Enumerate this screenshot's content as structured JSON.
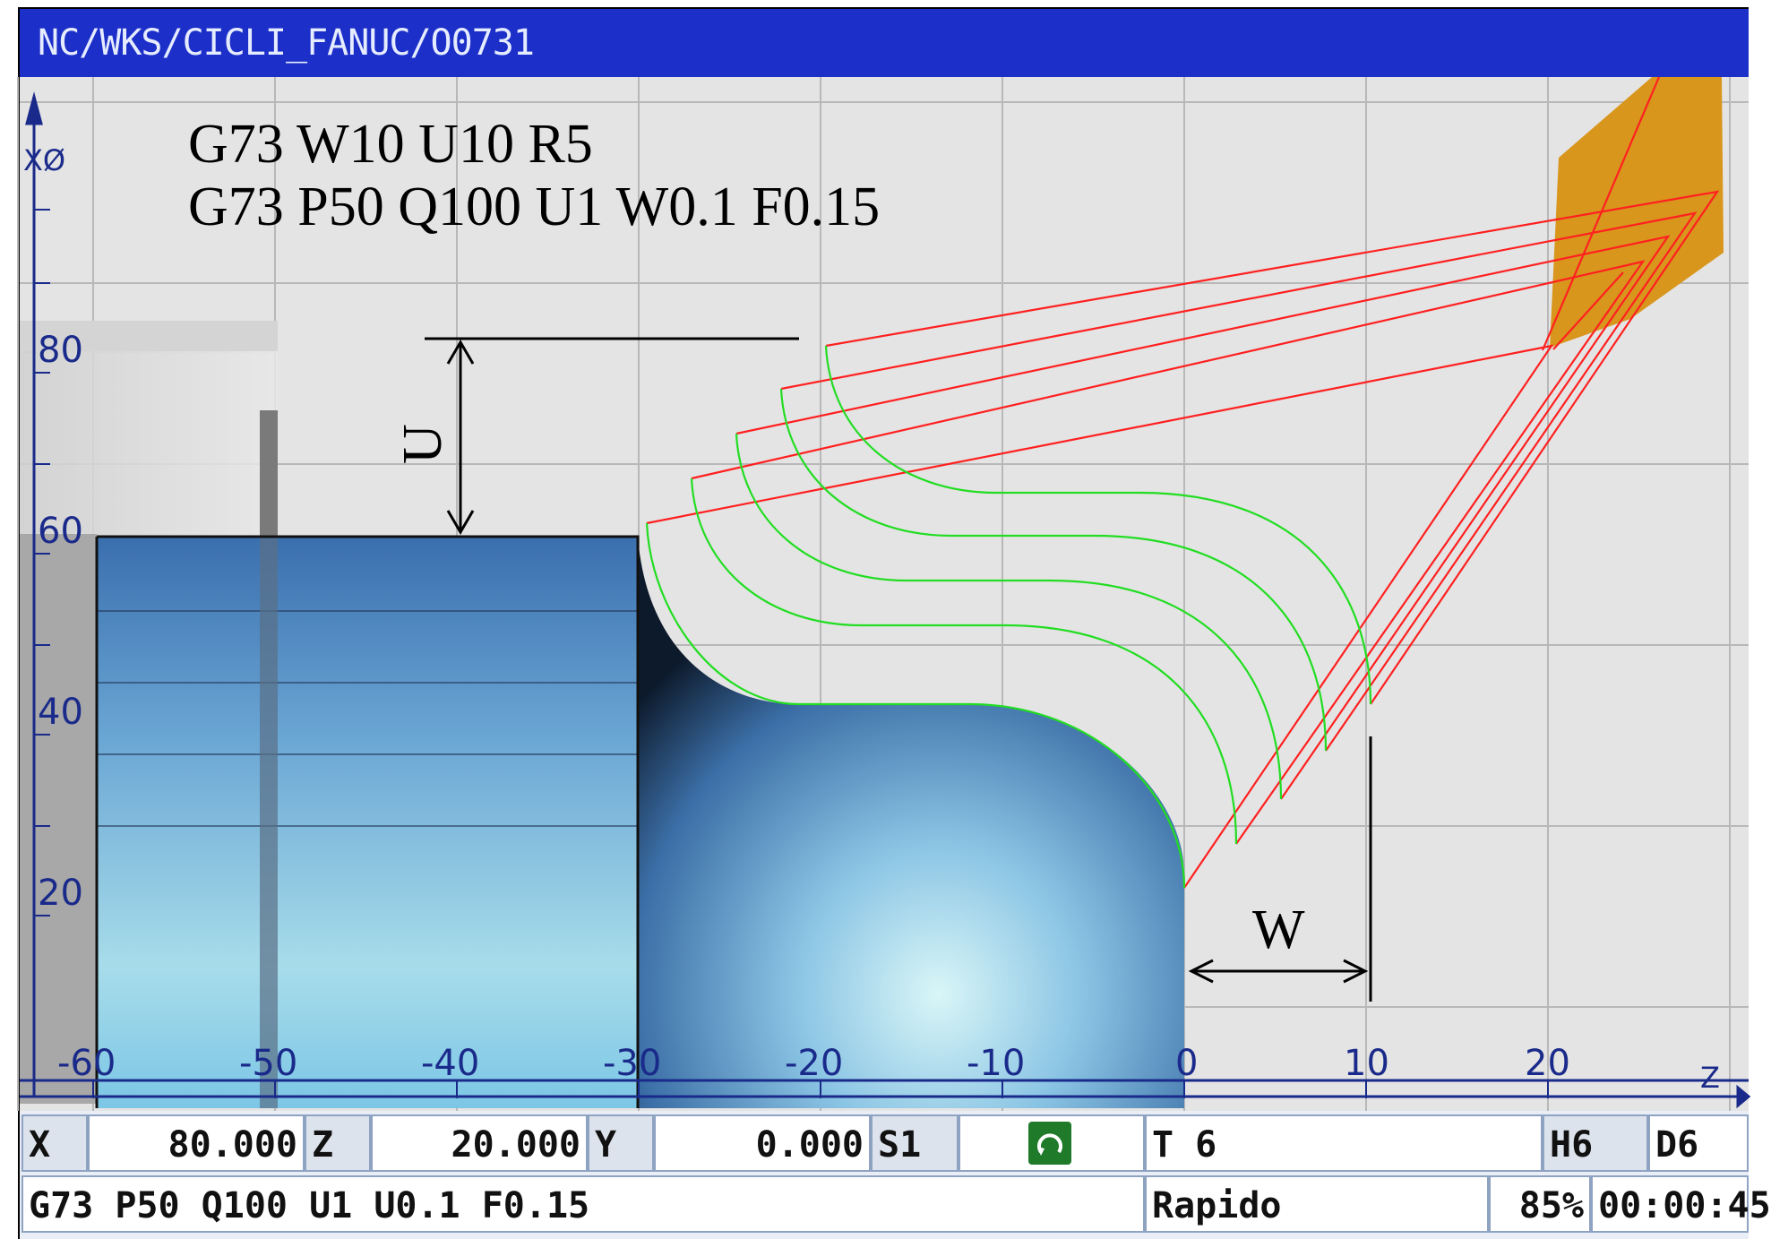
{
  "window": {
    "title": "NC/WKS/CICLI_FANUC/O0731"
  },
  "annotation": {
    "line1": "G73 W10 U10 R5",
    "line2": "G73 P50 Q100 U1 W0.1 F0.15",
    "u_label": "U",
    "w_label": "W"
  },
  "axes": {
    "x_axis_label": "XØ",
    "z_axis_label": "Z",
    "z_ticks": [
      "-60",
      "-50",
      "-40",
      "-30",
      "-20",
      "-10",
      "0",
      "10",
      "20"
    ],
    "x_ticks": [
      "80",
      "60",
      "40",
      "20"
    ]
  },
  "status": {
    "x_label": "X",
    "x_value": "80.000",
    "z_label": "Z",
    "z_value": "20.000",
    "y_label": "Y",
    "y_value": "0.000",
    "s_label": "S1",
    "tool": "T 6",
    "h": "H6",
    "d": "D6",
    "block": "G73 P50 Q100 U1 U0.1 F0.15",
    "mode": "Rapido",
    "override": "85%",
    "time": "00:00:45"
  },
  "icons": {
    "spindle": "spindle-rotation-icon"
  },
  "colors": {
    "titlebar": "#1c2fc8",
    "toolpath_rapid": "#ff2020",
    "toolpath_feed": "#22dd22",
    "tool_insert": "#d8961c",
    "workpiece": "#4a8fc8",
    "grid": "#b8b8b8",
    "axis": "#1a2a8a"
  }
}
